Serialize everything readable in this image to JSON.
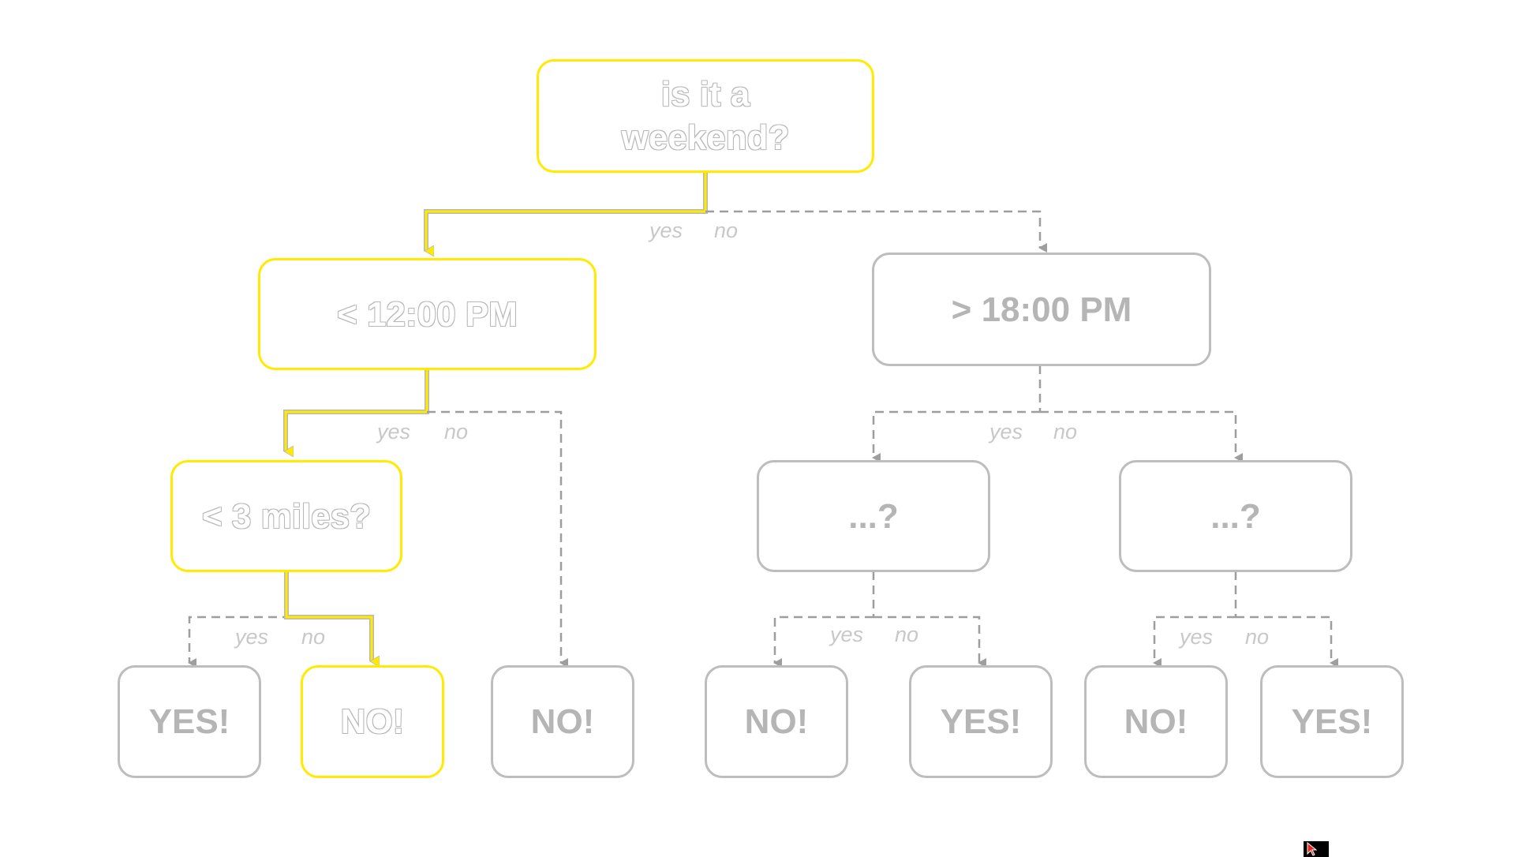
{
  "diagram": {
    "colors": {
      "highlight": "#ffea00",
      "muted": "#bdbdbd",
      "text_muted": "#b5b5b5"
    },
    "nodes": {
      "root": "is it a weekend?",
      "before_noon": "< 12:00 PM",
      "after_six": "> 18:00 PM",
      "distance": "< 3 miles?",
      "unknown_left": "...?",
      "unknown_right": "...?",
      "leaf_1": "YES!",
      "leaf_2": "NO!",
      "leaf_3": "NO!",
      "leaf_4": "NO!",
      "leaf_5": "YES!",
      "leaf_6": "NO!",
      "leaf_7": "YES!"
    },
    "edge_labels": {
      "yes": "yes",
      "no": "no"
    }
  }
}
